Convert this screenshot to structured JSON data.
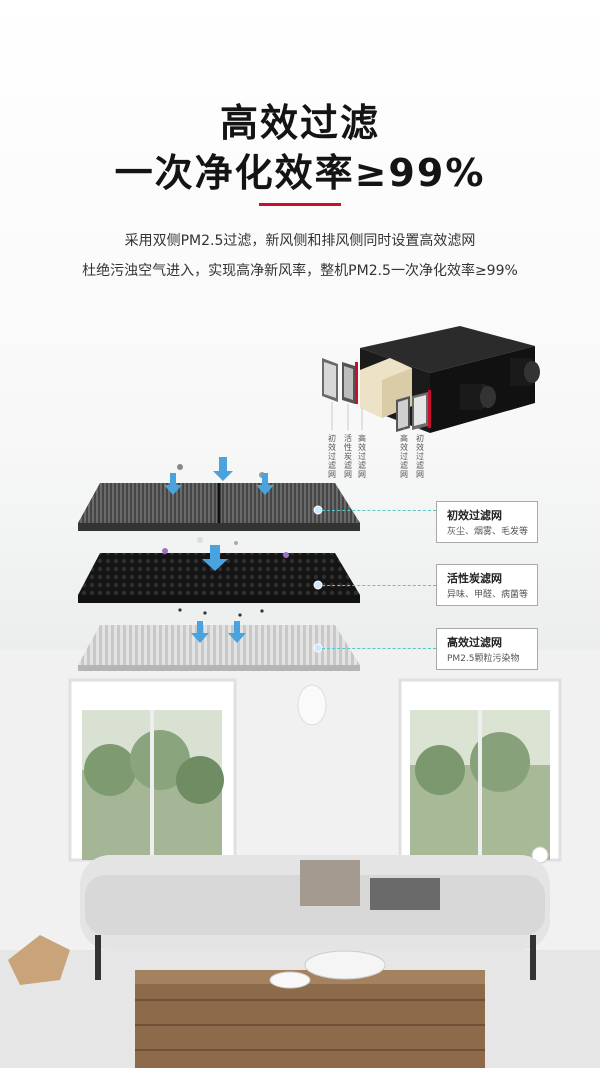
{
  "heading": {
    "line1": "高效过滤",
    "line2": "一次净化效率≥99%"
  },
  "description": {
    "line1": "采用双侧PM2.5过滤，新风侧和排风侧同时设置高效滤网",
    "line2": "杜绝污浊空气进入，实现高净新风率，整机PM2.5一次净化效率≥99%"
  },
  "device_labels": [
    "初效过滤网",
    "活性炭滤网",
    "高效过滤网",
    "高效过滤网",
    "初效过滤网"
  ],
  "filters": [
    {
      "title": "初效过滤网",
      "desc": "灰尘、烟雾、毛发等"
    },
    {
      "title": "活性炭滤网",
      "desc": "异味、甲醛、病菌等"
    },
    {
      "title": "高效过滤网",
      "desc": "PM2.5颗粒污染物"
    }
  ],
  "colors": {
    "accent": "#c8102e",
    "arrow": "#4aa3df",
    "callout_line": "#57c7c8"
  }
}
